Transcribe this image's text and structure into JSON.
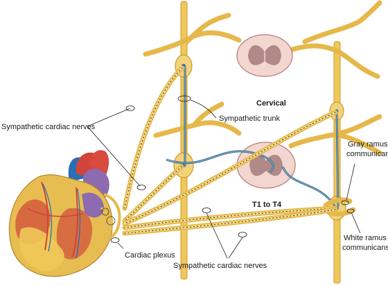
{
  "labels": {
    "cervical": "Cervical",
    "t1_to_t4": "T1 to T4",
    "sympathetic_trunk": "Sympathetic trunk",
    "sympathetic_cardiac_nerves_left": "Sympathetic cardiac nerves",
    "sympathetic_cardiac_nerves_bottom": "Sympathetic cardiac nerves",
    "cardiac_plexus": "Cardiac plexus",
    "gray_ramus_line1": "Gray ramus",
    "gray_ramus_line2": "communicans",
    "white_ramus_line1": "White ramus",
    "white_ramus_line2": "communicans"
  },
  "colors": {
    "nerve": "#e6b84a",
    "spinal_cord": "#f3d6cf",
    "gray_matter": "#b08a88",
    "heart_red": "#d0443a",
    "heart_yellow": "#f0c858",
    "vessel_blue": "#2a6fb3",
    "vessel_purple": "#8c6bb1",
    "fiber_blue": "#37607c"
  }
}
